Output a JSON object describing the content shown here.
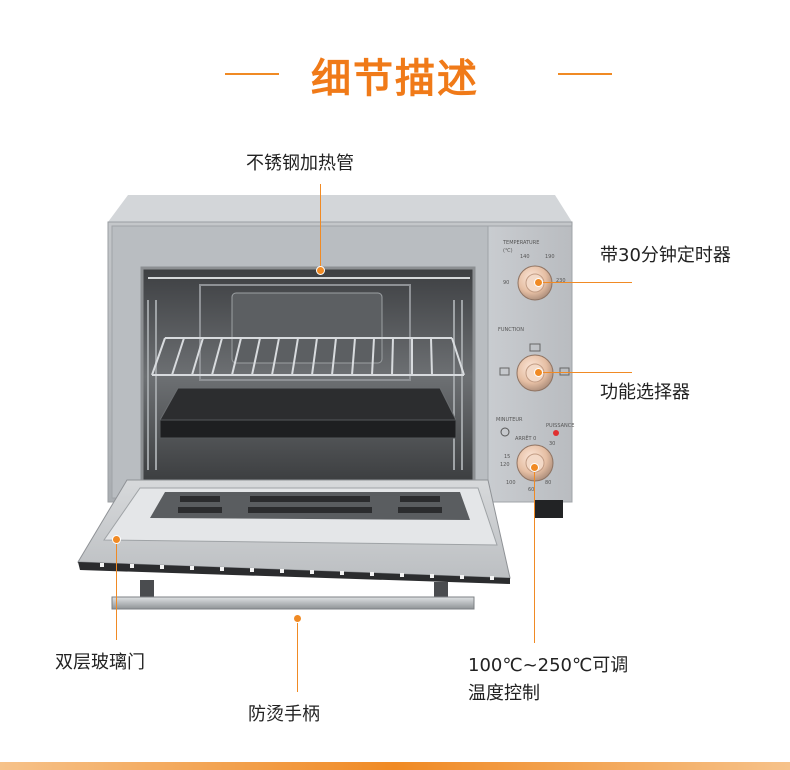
{
  "header": {
    "title": "细节描述",
    "accent_color": "#f08a24"
  },
  "callouts": {
    "heating_tube": "不锈钢加热管",
    "timer": "带30分钟定时器",
    "function_selector": "功能选择器",
    "glass_door": "双层玻璃门",
    "handle": "防烫手柄",
    "temp_control_line1": "100℃~250℃可调",
    "temp_control_line2": "温度控制"
  },
  "panel": {
    "temperature_label": "TEMPERATURE",
    "temp_unit": "(℃)",
    "temp_ticks": [
      "140",
      "190",
      "90",
      "230"
    ],
    "function_label": "FUNCTION",
    "minuteur_label": "MINUTEUR",
    "puissance_label": "PUISSANCE",
    "timer_ticks": [
      "ARRÊT 0",
      "30",
      "15",
      "120",
      "100",
      "80",
      "60"
    ]
  }
}
